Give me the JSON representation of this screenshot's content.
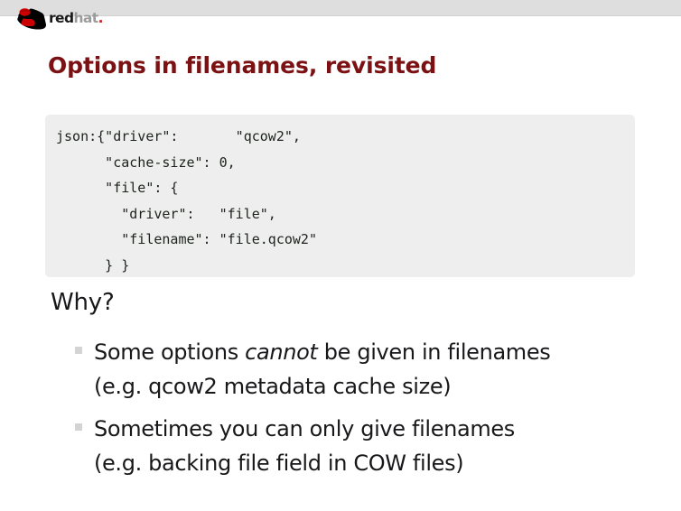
{
  "brand": {
    "logo_icon": "redhat-shadowman-icon",
    "word_red": "red",
    "word_hat": "hat",
    "word_dot": ".",
    "band_color": "#dedede"
  },
  "slide": {
    "title": "Options in filenames, revisited",
    "title_color": "#7c1113"
  },
  "code": {
    "background": "#eeeeee",
    "text_color": "#1c221c",
    "lines": [
      "json:{\"driver\":       \"qcow2\",",
      "      \"cache-size\": 0,",
      "      \"file\": {",
      "        \"driver\":   \"file\",",
      "        \"filename\": \"file.qcow2\"",
      "      } }"
    ],
    "content": "json:{\"driver\":       \"qcow2\",\n      \"cache-size\": 0,\n      \"file\": {\n        \"driver\":   \"file\",\n        \"filename\": \"file.qcow2\"\n      } }"
  },
  "body": {
    "question": "Why?",
    "bullets": [
      {
        "marker": "square-bullet-icon",
        "line1_pre": "Some options ",
        "line1_em": "cannot",
        "line1_post": " be given in filenames",
        "line2": "(e.g. qcow2 metadata cache size)"
      },
      {
        "marker": "square-bullet-icon",
        "line1_pre": "Sometimes you can only give filenames",
        "line1_em": "",
        "line1_post": "",
        "line2": "(e.g. backing file field in COW files)"
      }
    ]
  }
}
